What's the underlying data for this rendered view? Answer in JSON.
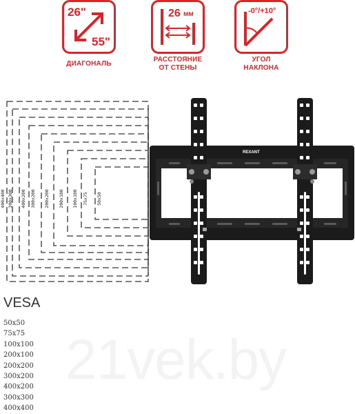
{
  "badges": [
    {
      "icon": "diagonal-icon",
      "top_value": "26\"",
      "bottom_value": "55\"",
      "caption_lines": [
        "ДИАГОНАЛЬ"
      ]
    },
    {
      "icon": "wall-distance-icon",
      "value": "26",
      "unit": "мм",
      "caption_lines": [
        "РАССТОЯНИЕ",
        "ОТ СТЕНЫ"
      ]
    },
    {
      "icon": "tilt-angle-icon",
      "value": "-0°/+10°",
      "caption_lines": [
        "УГОЛ",
        "НАКЛОНА"
      ]
    }
  ],
  "brand_label": "REXANT",
  "diagram": {
    "outline_labels": [
      "400x400",
      "300x300",
      "400x200",
      "300x200",
      "200x200",
      "200x100",
      "100x100",
      "75x75",
      "50x50"
    ]
  },
  "vesa": {
    "title": "VESA",
    "items": [
      "50x50",
      "75x75",
      "100x100",
      "200x100",
      "200x200",
      "300x200",
      "400x200",
      "300x300",
      "400x400"
    ]
  },
  "watermark": "21vek.by",
  "colors": {
    "accent": "#d9252a",
    "mount": "#1b1b1b"
  }
}
